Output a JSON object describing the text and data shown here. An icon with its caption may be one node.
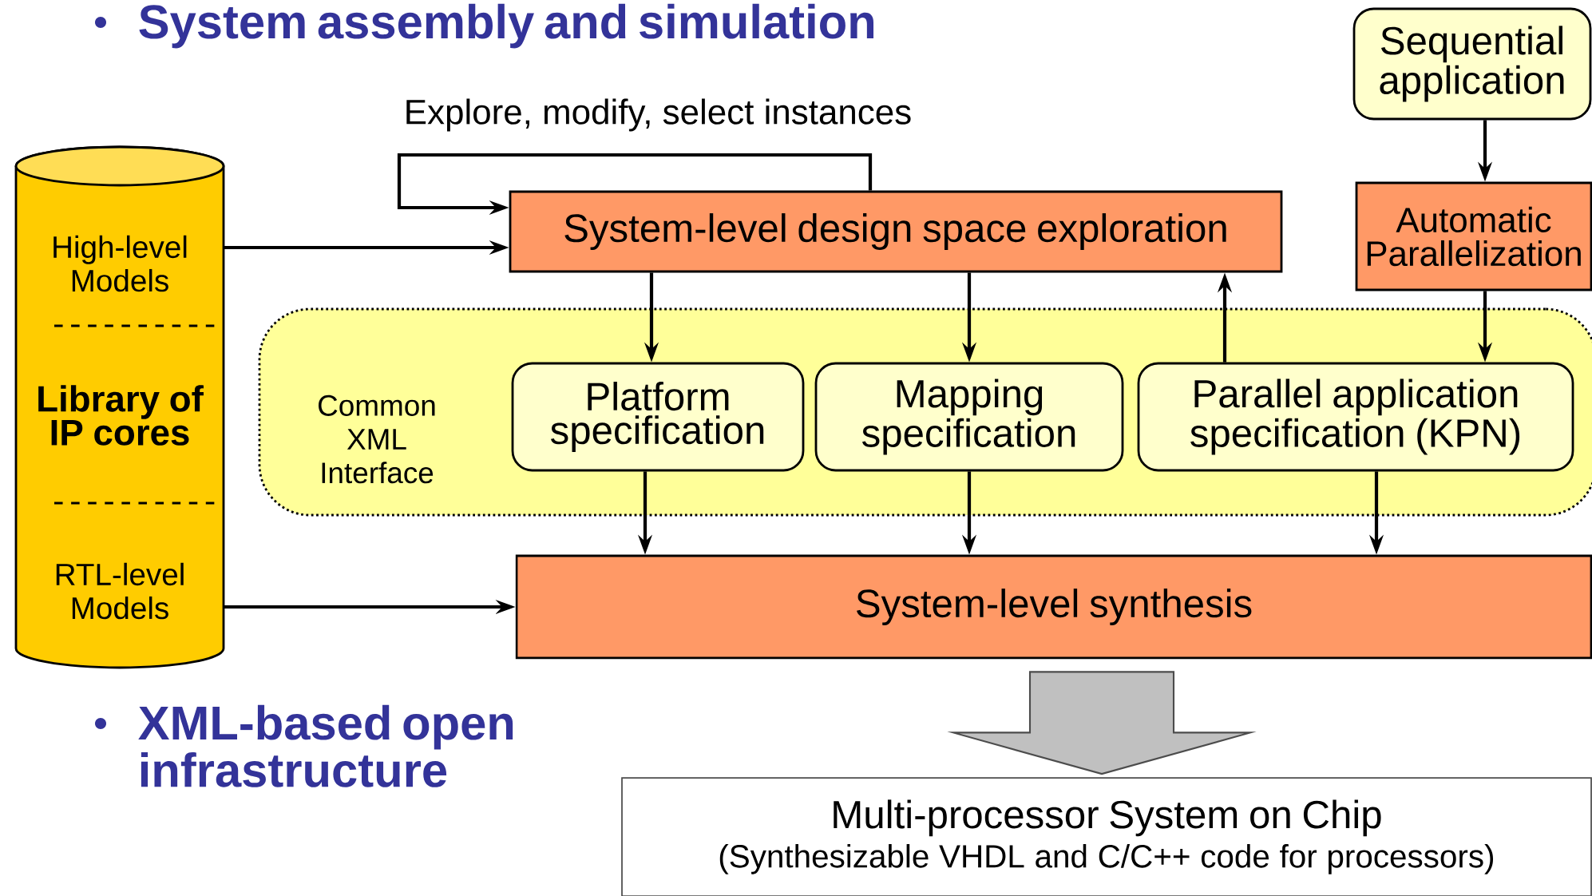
{
  "diagram": {
    "nodes": [
      {
        "text": [
          "High-level Models",
          "Library of IP cores",
          "RTL-level Models"
        ]
      },
      {
        "text": [
          "System-level design space exploration"
        ]
      },
      {
        "text": [
          "Sequential application"
        ]
      },
      {
        "text": [
          "Automatic Parallelization"
        ]
      },
      {
        "text": [
          "Common XML Interface"
        ]
      },
      {
        "text": [
          "Platform specification"
        ],
        "in": 4
      },
      {
        "text": [
          "Mapping specification"
        ],
        "in": 4
      },
      {
        "text": [
          "Parallel application specification (KPN)"
        ],
        "in": 4
      },
      {
        "text": [
          "System-level synthesis"
        ]
      },
      {
        "text": [
          "Multi-processor System on Chip",
          "(Synthesizable VHDL and C/C++ code for processors)"
        ]
      }
    ],
    "edges": [
      {
        "from": 0,
        "to": 1,
        "arrow": "to"
      },
      {
        "from": 1,
        "to": 1,
        "arrow": "to",
        "label": "Explore, modify, select instances"
      },
      {
        "from": 1,
        "to": 5,
        "arrow": "to"
      },
      {
        "from": 1,
        "to": 6,
        "arrow": "to"
      },
      {
        "from": 7,
        "to": 1,
        "arrow": "to"
      },
      {
        "from": 2,
        "to": 3,
        "arrow": "to"
      },
      {
        "from": 3,
        "to": 7,
        "arrow": "to"
      },
      {
        "from": 5,
        "to": 8,
        "arrow": "to"
      },
      {
        "from": 6,
        "to": 8,
        "arrow": "to"
      },
      {
        "from": 7,
        "to": 8,
        "arrow": "to"
      },
      {
        "from": 0,
        "to": 8,
        "arrow": "to"
      },
      {
        "from": 8,
        "to": 9,
        "arrow": "to",
        "style": "thick",
        "color": "#c0c0c0"
      }
    ],
    "labels": [
      "System assembly and simulation",
      "XML-based open infrastructure"
    ]
  }
}
